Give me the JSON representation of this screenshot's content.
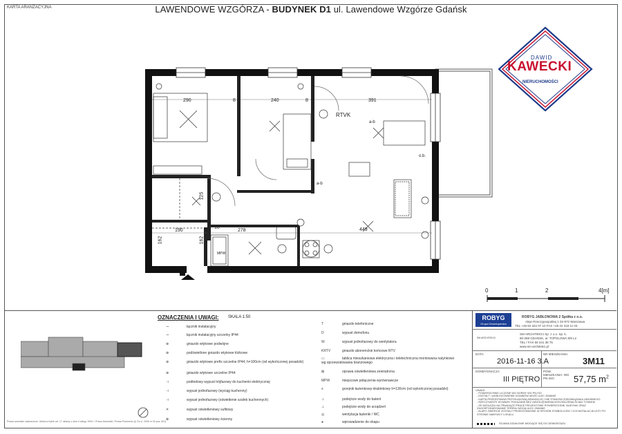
{
  "header": {
    "karta": "KARTA ARANŻACYJNA",
    "title_a": "LAWENDOWE WZGÓRZA - ",
    "title_b": "BUDYNEK D1",
    "title_c": " ul. Lawendowe Wzgórze Gdańsk"
  },
  "logo": {
    "line1": "DAWID",
    "line2": "KAWECKI",
    "line3": "NIERUCHOMOŚCI",
    "color_blue": "#1e3b8a",
    "color_red": "#c8102e"
  },
  "plan": {
    "dims": {
      "d290": "290",
      "d8a": "8",
      "d240": "240",
      "d8b": "8",
      "d391": "391",
      "d190": "190",
      "d10": "10",
      "d278": "278",
      "d449": "449",
      "d162a": "162",
      "d162b": "162",
      "d125": "125"
    },
    "labels": {
      "rtvk": "RTVK",
      "ab1": "a-b",
      "ab2": "a-b",
      "ob": "o.b.",
      "mpw": "MPW"
    }
  },
  "scalebar": {
    "t0": "0",
    "t1": "1",
    "t2": "2",
    "t4": "4[m]"
  },
  "legend": {
    "title": "OZNACZENIA I UWAGI:",
    "skala": "SKALA 1:50",
    "left": [
      "łącznik instalacyjny",
      "łącznik instalacyjny szczelny IP44",
      "gniazdo wtykowe podwójne",
      "podświetlone gniazdo wtykowe łóżkowe",
      "gniazdo wtykowe prefix szczelne IP44, h=100cm (od wykończonej posadzki)",
      "gniazdo wtykowe szczelne IP44",
      "podłodowy wypust trójfazowy do kuchenki elektrycznej",
      "wypust jednofazowy (wyciąg kuchenny)",
      "wypust jednofazowy (oświetlenie szafek kuchennych)",
      "wypust oświetleniowy sufitowy",
      "wypust oświetleniowy ścienny"
    ],
    "right": [
      "gniazdo telefoniczne",
      "wypust domofonu",
      "wypust jednofazowy do wentylatora",
      "gniazdo abonenckie końcowe RTV",
      "tablica mieszkaniowa elektryczna i teletechniczna montowana natynkowo wg oprzewodowania branżowego",
      "oprawa oświetleniowa zewnętrzna",
      "miejscowe połączenia wyrównawcze",
      "grzejnik łazienkowy-drabinkowy h=130cm (od wykończonej posadzki)",
      "podejście wody do baterii",
      "podejście wody do urządzeń",
      "wentylacja łazienki / WC",
      "wprowadzenie do okapu"
    ],
    "right_codes": [
      "T",
      "D",
      "W",
      "KRTV",
      "",
      "",
      "MPW",
      "",
      "",
      "",
      "",
      ""
    ]
  },
  "info": {
    "robyg": "ROBYG",
    "robyg_sub": "Grupa Deweloperska",
    "company": "ROBYG JABŁONOWA 2 Spółka z o.o.",
    "company_addr": "Aleje Rzeczypospolitej 1 02-972 Warszawa",
    "company_tel": "TEL +48 84 322 07 10 FAX +48 22 419 11 03",
    "arch": "SM ARCHITEKCI Sp. z o.o. Sp. k.",
    "arch_addr": "80-268 GDAŃSK, ul. TOPOLOWA 8/9 L2",
    "arch_tel": "TEL / FAX 58 341 38 75",
    "arch_web": "www.sm-architekci.pl",
    "data_label": "DATA:",
    "data_value": "2016-11-16 3.A",
    "nr_label": "NR MIESZKANIA:",
    "nr_value": "3M11",
    "kond_label": "KONDYGNACJA:",
    "kond_value": "III PIĘTRO",
    "pow_label": "POW. MIESZKANIA: WG PN-ISO:",
    "pow_value": "57,75 m",
    "pow_sup": "2",
    "uwagi_label": "UWAGI:",
    "uwagi": [
      "- POWIERZCHNIE LICZONE WG NORMY WG PN-ISO",
      "- KSZTAŁT I UMIEJSCOWIENIE KOMINÓW MOŻE ULEC ZMIANIE",
      "- KARTA PRZEDSTAWIA PRZYKŁADOWĄ ARANŻACJĘ I NIE STANOWI ZOBOWIĄZANIA UMOWNEGO",
      "- RZECZYWISTE WYMIARY POKAZANE BEZ UWZGLĘDNIENIA WYKOŃCZENIA ŚCIAN TYNKIEM",
      "- ZE WZGLĘDU NA TRWAJĄCE PRACE PROJEKTOWE POWIERZCHNIE, BUDYNKI ORAZ ZAGOSPODAROWANIE TERENU MOGĄ ULEC ZMIANIE",
      "- ALARY ZWIERCIE ZOSTAŁY PRZEDSTAWIONE W SPOSÓB SYMBOLICZNY I ICH INSTALACJA LEŻY PO STRONIE NABYWCY LOKALU"
    ],
    "demontaz": "ŚCIANA DZIAŁOWE MOGĄCE SIĘ DO DEMONTAŻU",
    "footnote": "Prawa autorskie zastrzeżone. Układ w trybie art. 17 ustawy z dnia 4 lutego 1994 r. Prawo Autorskie i Prawa Pokrewne (tj. Dz.U. 2006 nr 90 poz. 631)."
  }
}
